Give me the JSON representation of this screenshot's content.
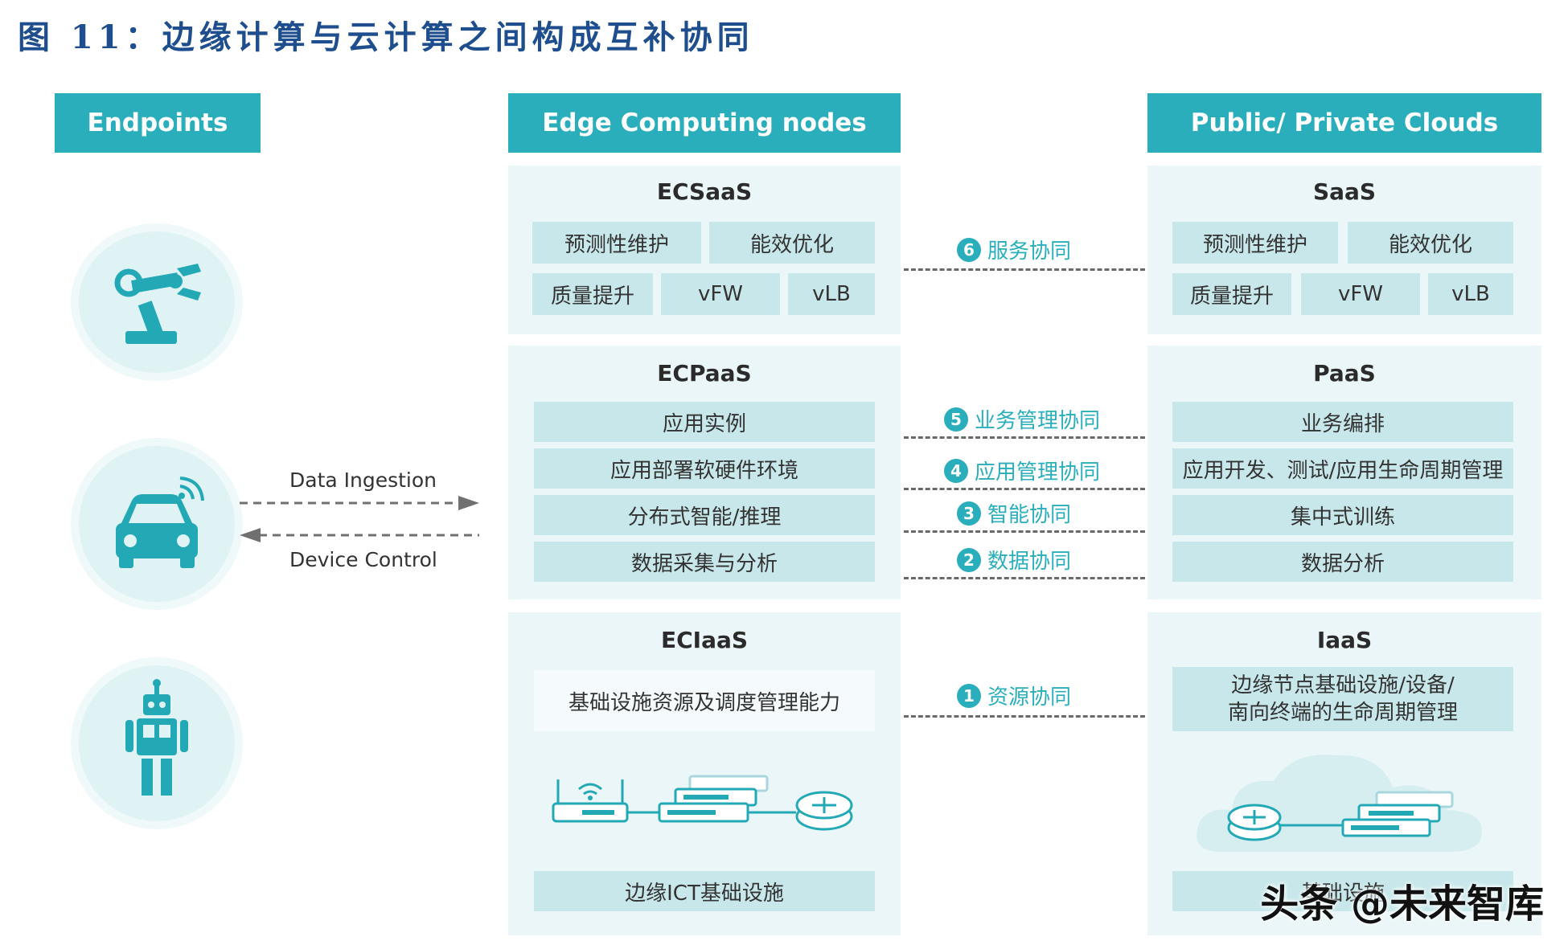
{
  "title": "图 11：边缘计算与云计算之间构成互补协同",
  "columns": {
    "endpoints": "Endpoints",
    "edge": "Edge Computing nodes",
    "cloud": "Public/ Private Clouds"
  },
  "edge": {
    "saas": {
      "title": "ECSaaS",
      "row1": [
        "预测性维护",
        "能效优化"
      ],
      "row2": [
        "质量提升",
        "vFW",
        "vLB"
      ]
    },
    "paas": {
      "title": "ECPaaS",
      "items": [
        "应用实例",
        "应用部署软硬件环境",
        "分布式智能/推理",
        "数据采集与分析"
      ]
    },
    "iaas": {
      "title": "ECIaaS",
      "item": "基础设施资源及调度管理能力",
      "bottom": "边缘ICT基础设施"
    }
  },
  "cloud": {
    "saas": {
      "title": "SaaS",
      "row1": [
        "预测性维护",
        "能效优化"
      ],
      "row2": [
        "质量提升",
        "vFW",
        "vLB"
      ]
    },
    "paas": {
      "title": "PaaS",
      "items": [
        "业务编排",
        "应用开发、测试/应用生命周期管理",
        "集中式训练",
        "数据分析"
      ]
    },
    "iaas": {
      "title": "IaaS",
      "item_line1": "边缘节点基础设施/设备/",
      "item_line2": "南向终端的生命周期管理",
      "bottom": "基础设施"
    }
  },
  "flows": {
    "data_ingestion": "Data Ingestion",
    "device_control": "Device Control"
  },
  "sync": [
    {
      "num": "6",
      "label": "服务协同"
    },
    {
      "num": "5",
      "label": "业务管理协同"
    },
    {
      "num": "4",
      "label": "应用管理协同"
    },
    {
      "num": "3",
      "label": "智能协同"
    },
    {
      "num": "2",
      "label": "数据协同"
    },
    {
      "num": "1",
      "label": "资源协同"
    }
  ],
  "watermark": "头条 @未来智库",
  "colors": {
    "accent": "#2aaebc",
    "panel": "#eaf6f7",
    "cell": "#c8e7ea",
    "title": "#1f4e8f"
  },
  "icons": [
    "robot-arm-icon",
    "connected-car-icon",
    "robot-icon",
    "wifi-router-icon",
    "switch-icon",
    "router-icon",
    "cloud-icon"
  ]
}
